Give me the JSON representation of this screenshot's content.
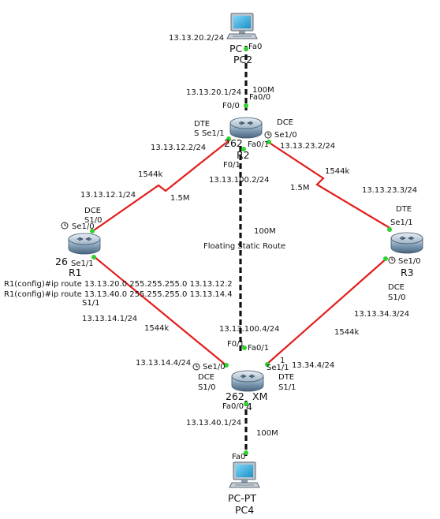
{
  "colors": {
    "serial_link": "#e31c1c",
    "ethernet_link": "#111111",
    "port_dot": "#2fd12f",
    "router_body": "#6f8fa8",
    "pc_screen": "#3db2e6"
  },
  "devices": {
    "pc2": {
      "label_top": "PC",
      "label_bottom": "PC2",
      "port": "Fa0",
      "ip": "13.13.20.2/24"
    },
    "r2": {
      "model": "262",
      "name": "R2",
      "fa00_port": "Fa0/0",
      "f00_port": "F0/0",
      "fa01_port": "Fa0/1",
      "f01_port": "F0/1",
      "se11_port": "Se1/1",
      "se10_port": "Se1/0",
      "dte": "DTE",
      "dce": "DCE",
      "dte_frag": "S",
      "ip_fa00": "13.13.20.1/24",
      "ip_se11": "13.13.12.2/24",
      "ip_se10": "13.13.23.2/24",
      "ip_fa01": "13.13.100.2/24"
    },
    "r1": {
      "model": "26",
      "name": "R1",
      "dce": "DCE",
      "s10": "S1/0",
      "se10_port": "Se1/0",
      "se11_port": "Se1/1",
      "s11": "S1/1",
      "ip_se10": "13.13.12.1/24",
      "ip_se11": "13.13.14.1/24",
      "cmd1": "R1(config)#ip route 13.13.20.0 255.255.255.0 13.13.12.2",
      "cmd2": "R1(config)#ip route 13.13.40.0 255.255.255.0 13.13.14.4"
    },
    "r3": {
      "name": "R3",
      "dte": "DTE",
      "se11_port": "Se1/1",
      "se10_port": "Se1/0",
      "dce": "DCE",
      "s10": "S1/0",
      "ip_se11": "13.13.23.3/24",
      "ip_se10": "13.13.34.3/24"
    },
    "r4": {
      "model": "262",
      "model_suffix": "XM",
      "name_frag": "4",
      "fa00_port": "Fa0/0",
      "fa01_port": "Fa0/1",
      "f01_port": "F0/1",
      "se10_port": "Se1/0",
      "se11_port": "Se1/1",
      "dce": "DCE",
      "s10": "S1/0",
      "dte": "DTE",
      "s11": "S1/1",
      "ip_se10": "13.13.14.4/24",
      "ip_se11": "13.34.4/24",
      "ip_fa00": "13.13.40.1/24",
      "ip_fa01": "13.13.100.4/24",
      "se11_frag": "1"
    },
    "pc4": {
      "label_top": "PC-PT",
      "label_bottom": "PC4",
      "port": "Fa0"
    }
  },
  "links": {
    "pc2_r2_speed": "100M",
    "r1_r2_bw": "1544k",
    "r1_r2_rate": "1.5M",
    "r2_r3_bw": "1544k",
    "r2_r3_rate": "1.5M",
    "r2_r4_speed": "100M",
    "r2_r4_name": "Floating Static Route",
    "r1_r4_bw": "1544k",
    "r3_r4_bw": "1544k",
    "r4_pc4_speed": "100M"
  }
}
